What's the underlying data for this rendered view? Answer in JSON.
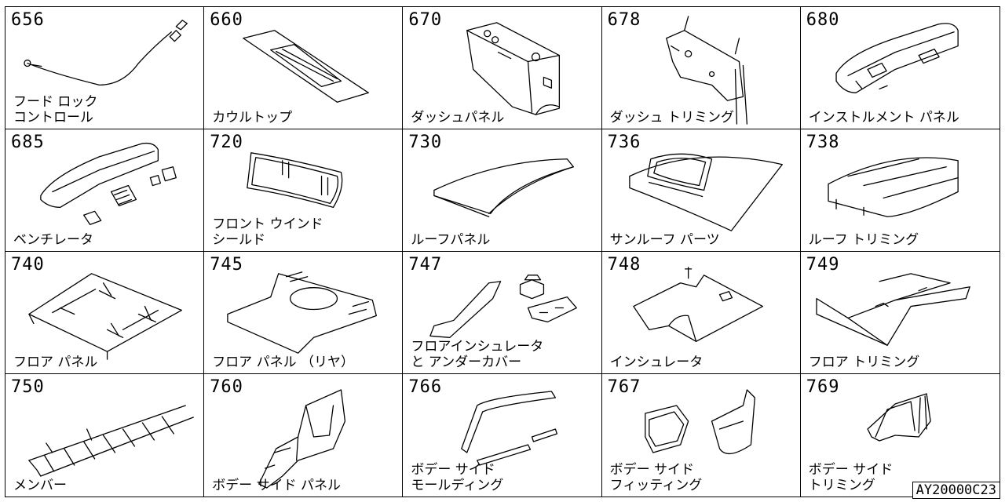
{
  "cells": [
    {
      "num": "656",
      "label": "フード ロック\nコントロール",
      "icon": "hood-lock-cable-icon"
    },
    {
      "num": "660",
      "label": "カウルトップ",
      "icon": "cowl-top-icon"
    },
    {
      "num": "670",
      "label": "ダッシュパネル",
      "icon": "dash-panel-icon"
    },
    {
      "num": "678",
      "label": "ダッシュ トリミング",
      "icon": "dash-trimming-icon"
    },
    {
      "num": "680",
      "label": "インストルメント パネル",
      "icon": "instrument-panel-icon"
    },
    {
      "num": "685",
      "label": "ベンチレータ",
      "icon": "ventilator-icon"
    },
    {
      "num": "720",
      "label": "フロント ウインド\nシールド",
      "icon": "windshield-icon"
    },
    {
      "num": "730",
      "label": "ルーフパネル",
      "icon": "roof-panel-icon"
    },
    {
      "num": "736",
      "label": "サンルーフ パーツ",
      "icon": "sunroof-parts-icon"
    },
    {
      "num": "738",
      "label": "ルーフ トリミング",
      "icon": "roof-trimming-icon"
    },
    {
      "num": "740",
      "label": "フロア パネル",
      "icon": "floor-panel-icon"
    },
    {
      "num": "745",
      "label": "フロア パネル （リヤ）",
      "icon": "rear-floor-panel-icon"
    },
    {
      "num": "747",
      "label": "フロアインシュレータ\nと アンダーカバー",
      "icon": "floor-insulator-undercover-icon"
    },
    {
      "num": "748",
      "label": "インシュレータ",
      "icon": "insulator-icon"
    },
    {
      "num": "749",
      "label": "フロア トリミング",
      "icon": "floor-trimming-icon"
    },
    {
      "num": "750",
      "label": "メンバー",
      "icon": "member-frame-icon"
    },
    {
      "num": "760",
      "label": "ボデー サイド パネル",
      "icon": "body-side-panel-icon"
    },
    {
      "num": "766",
      "label": "ボデー サイド\nモールディング",
      "icon": "body-side-molding-icon"
    },
    {
      "num": "767",
      "label": "ボデー サイド\nフィッティング",
      "icon": "body-side-fitting-icon"
    },
    {
      "num": "769",
      "label": "ボデー サイド\nトリミング",
      "icon": "body-side-trimming-icon"
    }
  ],
  "code": "AY20000C23"
}
